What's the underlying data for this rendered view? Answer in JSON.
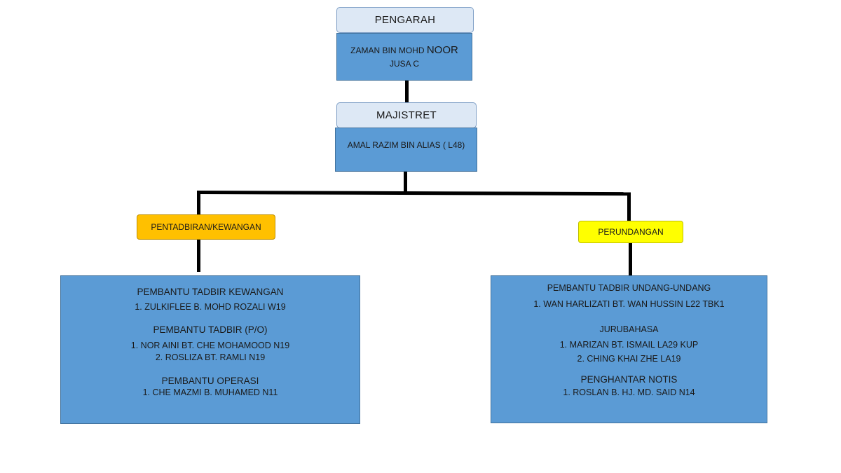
{
  "director": {
    "title": "PENGARAH",
    "name_prefix": "ZAMAN BIN MOHD",
    "name_suffix": "NOOR",
    "grade": "JUSA C"
  },
  "magistrate": {
    "title": "MAJISTRET",
    "name": "AMAL RAZIM BIN ALIAS ( L48)"
  },
  "admin_branch": {
    "label": "PENTADBIRAN/KEWANGAN",
    "color": "#ffc000",
    "sections": [
      {
        "title": "PEMBANTU TADBIR KEWANGAN",
        "members": [
          "1. ZULKIFLEE B. MOHD ROZALI W19"
        ]
      },
      {
        "title": "PEMBANTU TADBIR (P/O)",
        "members": [
          "1. NOR AINI BT. CHE MOHAMOOD N19",
          "2. ROSLIZA BT. RAMLI N19"
        ]
      },
      {
        "title": "PEMBANTU OPERASI",
        "members": [
          "1. CHE MAZMI B. MUHAMED N11"
        ]
      }
    ]
  },
  "legal_branch": {
    "label": "PERUNDANGAN",
    "color": "#ffff00",
    "sections": [
      {
        "title": "PEMBANTU TADBIR UNDANG-UNDANG",
        "members": [
          "1. WAN HARLIZATI BT. WAN HUSSIN L22 TBK1"
        ]
      },
      {
        "title": "JURUBAHASA",
        "members": [
          "1. MARIZAN BT. ISMAIL LA29 KUP",
          "2. CHING KHAI ZHE LA19"
        ]
      },
      {
        "title": "PENGHANTAR NOTIS",
        "members": [
          "1. ROSLAN B. HJ. MD. SAID N14"
        ]
      }
    ]
  },
  "colors": {
    "box_fill": "#5b9bd5",
    "header_fill": "#dde8f5",
    "connector": "#000000"
  }
}
